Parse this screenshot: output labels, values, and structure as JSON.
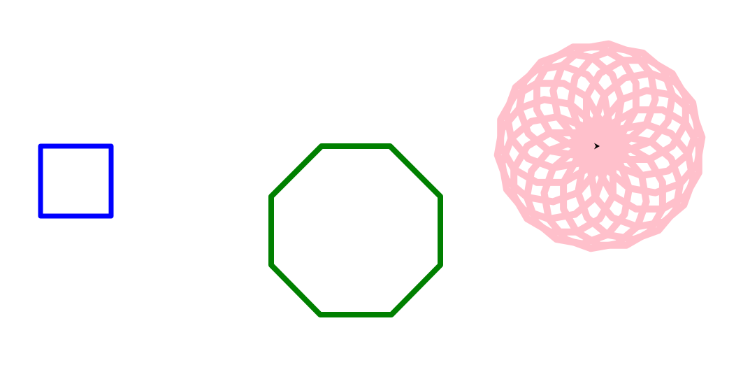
{
  "shapes": [
    {
      "name": "square",
      "sides": 4,
      "color": "#0000ff"
    },
    {
      "name": "octagon",
      "sides": 8,
      "color": "#008000"
    },
    {
      "name": "rosette",
      "polygon_sides": 12,
      "rotations": 18,
      "color": "#ffc0cb"
    }
  ],
  "turtle": {
    "icon": "arrow-cursor-icon",
    "color": "#000000"
  }
}
